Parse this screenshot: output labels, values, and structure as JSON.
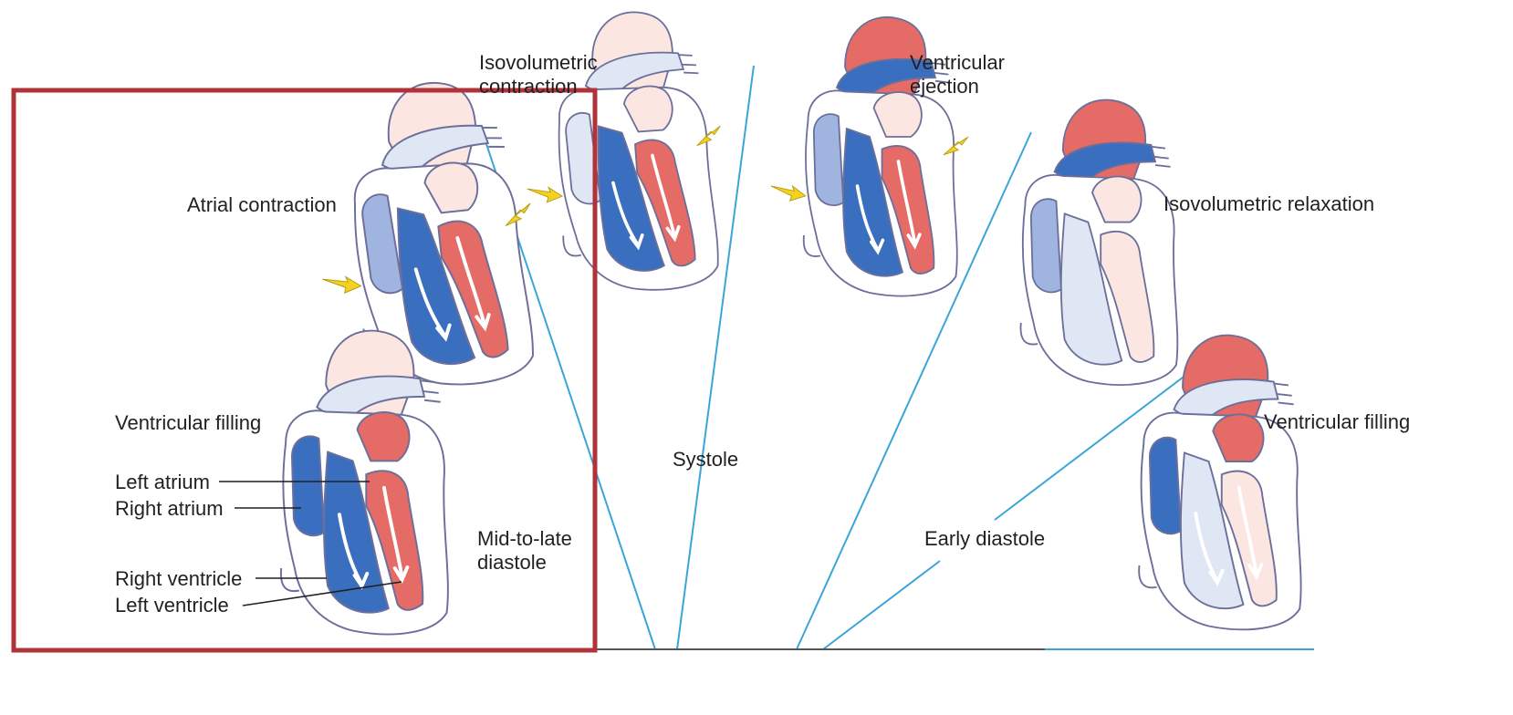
{
  "colors": {
    "divider": "#3aa6d8",
    "baseline": "#555555",
    "highlight": "#b0333a",
    "oxygenated": "#e56b66",
    "oxygenated_light": "#fbe6e2",
    "deoxygenated": "#3a6fc0",
    "deoxygenated_light": "#dfe6f4",
    "outline": "#6c6f9a",
    "arrow_yellow": "#f5d21f",
    "arrow_white": "#ffffff"
  },
  "labels": {
    "isovolumetric_contraction": "Isovolumetric contraction",
    "ventricular_ejection": "Ventricular ejection",
    "atrial_contraction": "Atrial contraction",
    "isovolumetric_relaxation": "Isovolumetric relaxation",
    "ventricular_filling_left": "Ventricular filling",
    "ventricular_filling_right": "Ventricular filling",
    "left_atrium": "Left atrium",
    "right_atrium": "Right atrium",
    "right_ventricle": "Right ventricle",
    "left_ventricle": "Left ventricle",
    "systole": "Systole",
    "mid_to_late_diastole": "Mid-to-late diastole",
    "early_diastole": "Early diastole"
  },
  "hearts": [
    {
      "phase": "atrial-contraction",
      "right_atrium": "mid",
      "right_ventricle": "full",
      "left_atrium": "light",
      "left_ventricle": "full",
      "blood_arrows": 2,
      "squeeze_arrows": 2
    },
    {
      "phase": "ventricular-filling",
      "right_atrium": "full",
      "right_ventricle": "full",
      "left_atrium": "full",
      "left_ventricle": "full",
      "blood_arrows": 2,
      "squeeze_arrows": 0
    },
    {
      "phase": "isovolumetric-contraction",
      "right_atrium": "light",
      "right_ventricle": "full",
      "left_atrium": "light",
      "left_ventricle": "full",
      "blood_arrows": 2,
      "squeeze_arrows": 2
    },
    {
      "phase": "ventricular-ejection",
      "right_atrium": "mid",
      "right_ventricle": "full",
      "left_atrium": "light",
      "left_ventricle": "full",
      "blood_arrows": 2,
      "squeeze_arrows": 2
    },
    {
      "phase": "isovolumetric-relaxation",
      "right_atrium": "mid",
      "right_ventricle": "light",
      "left_atrium": "light",
      "left_ventricle": "light",
      "blood_arrows": 0,
      "squeeze_arrows": 0
    },
    {
      "phase": "early-ventricular-filling",
      "right_atrium": "full",
      "right_ventricle": "light",
      "left_atrium": "full",
      "left_ventricle": "light",
      "blood_arrows": 2,
      "squeeze_arrows": 0
    }
  ]
}
